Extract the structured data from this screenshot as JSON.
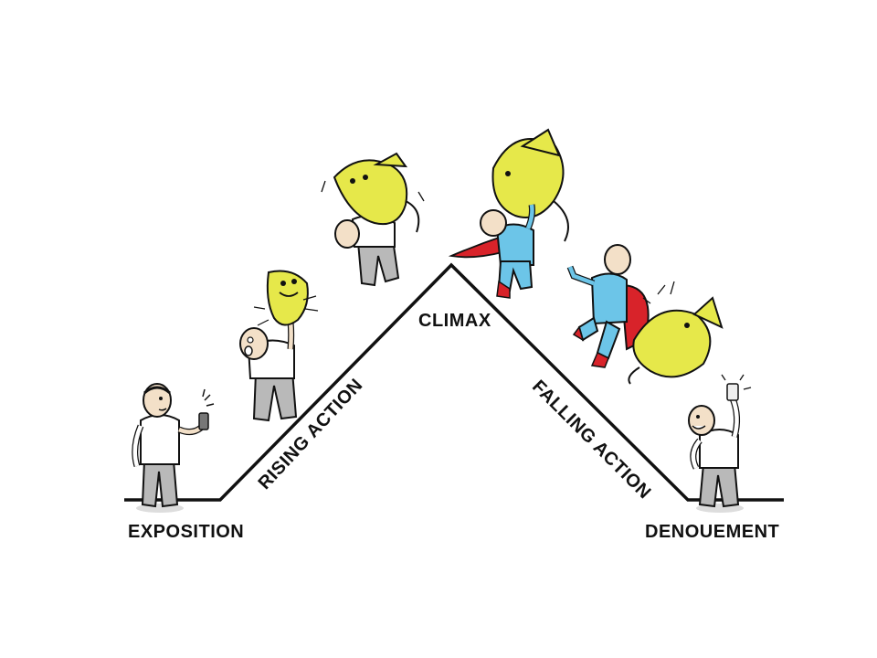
{
  "labels": {
    "exposition": "EXPOSITION",
    "rising_action": "RISING ACTION",
    "climax": "CLIMAX",
    "falling_action": "FALLING ACTION",
    "denouement": "DENOUEMENT"
  },
  "colors": {
    "line": "#111111",
    "dragon": "#e6e84a",
    "skin": "#f3e0c8",
    "shirt": "#ffffff",
    "pants": "#b9b9b9",
    "hero_suit": "#6cc5e8",
    "hero_cape": "#d8232a"
  },
  "characters": [
    {
      "name": "man-with-phone",
      "icon": "man-phone-icon"
    },
    {
      "name": "man-startled-by-dragon",
      "icon": "man-dragon-icon"
    },
    {
      "name": "dragon-lifting-man",
      "icon": "dragon-attack-icon"
    },
    {
      "name": "hero-lifting-dragon",
      "icon": "hero-lift-icon"
    },
    {
      "name": "hero-kicking-dragon",
      "icon": "hero-kick-icon"
    },
    {
      "name": "man-cheering",
      "icon": "man-cheer-icon"
    }
  ]
}
